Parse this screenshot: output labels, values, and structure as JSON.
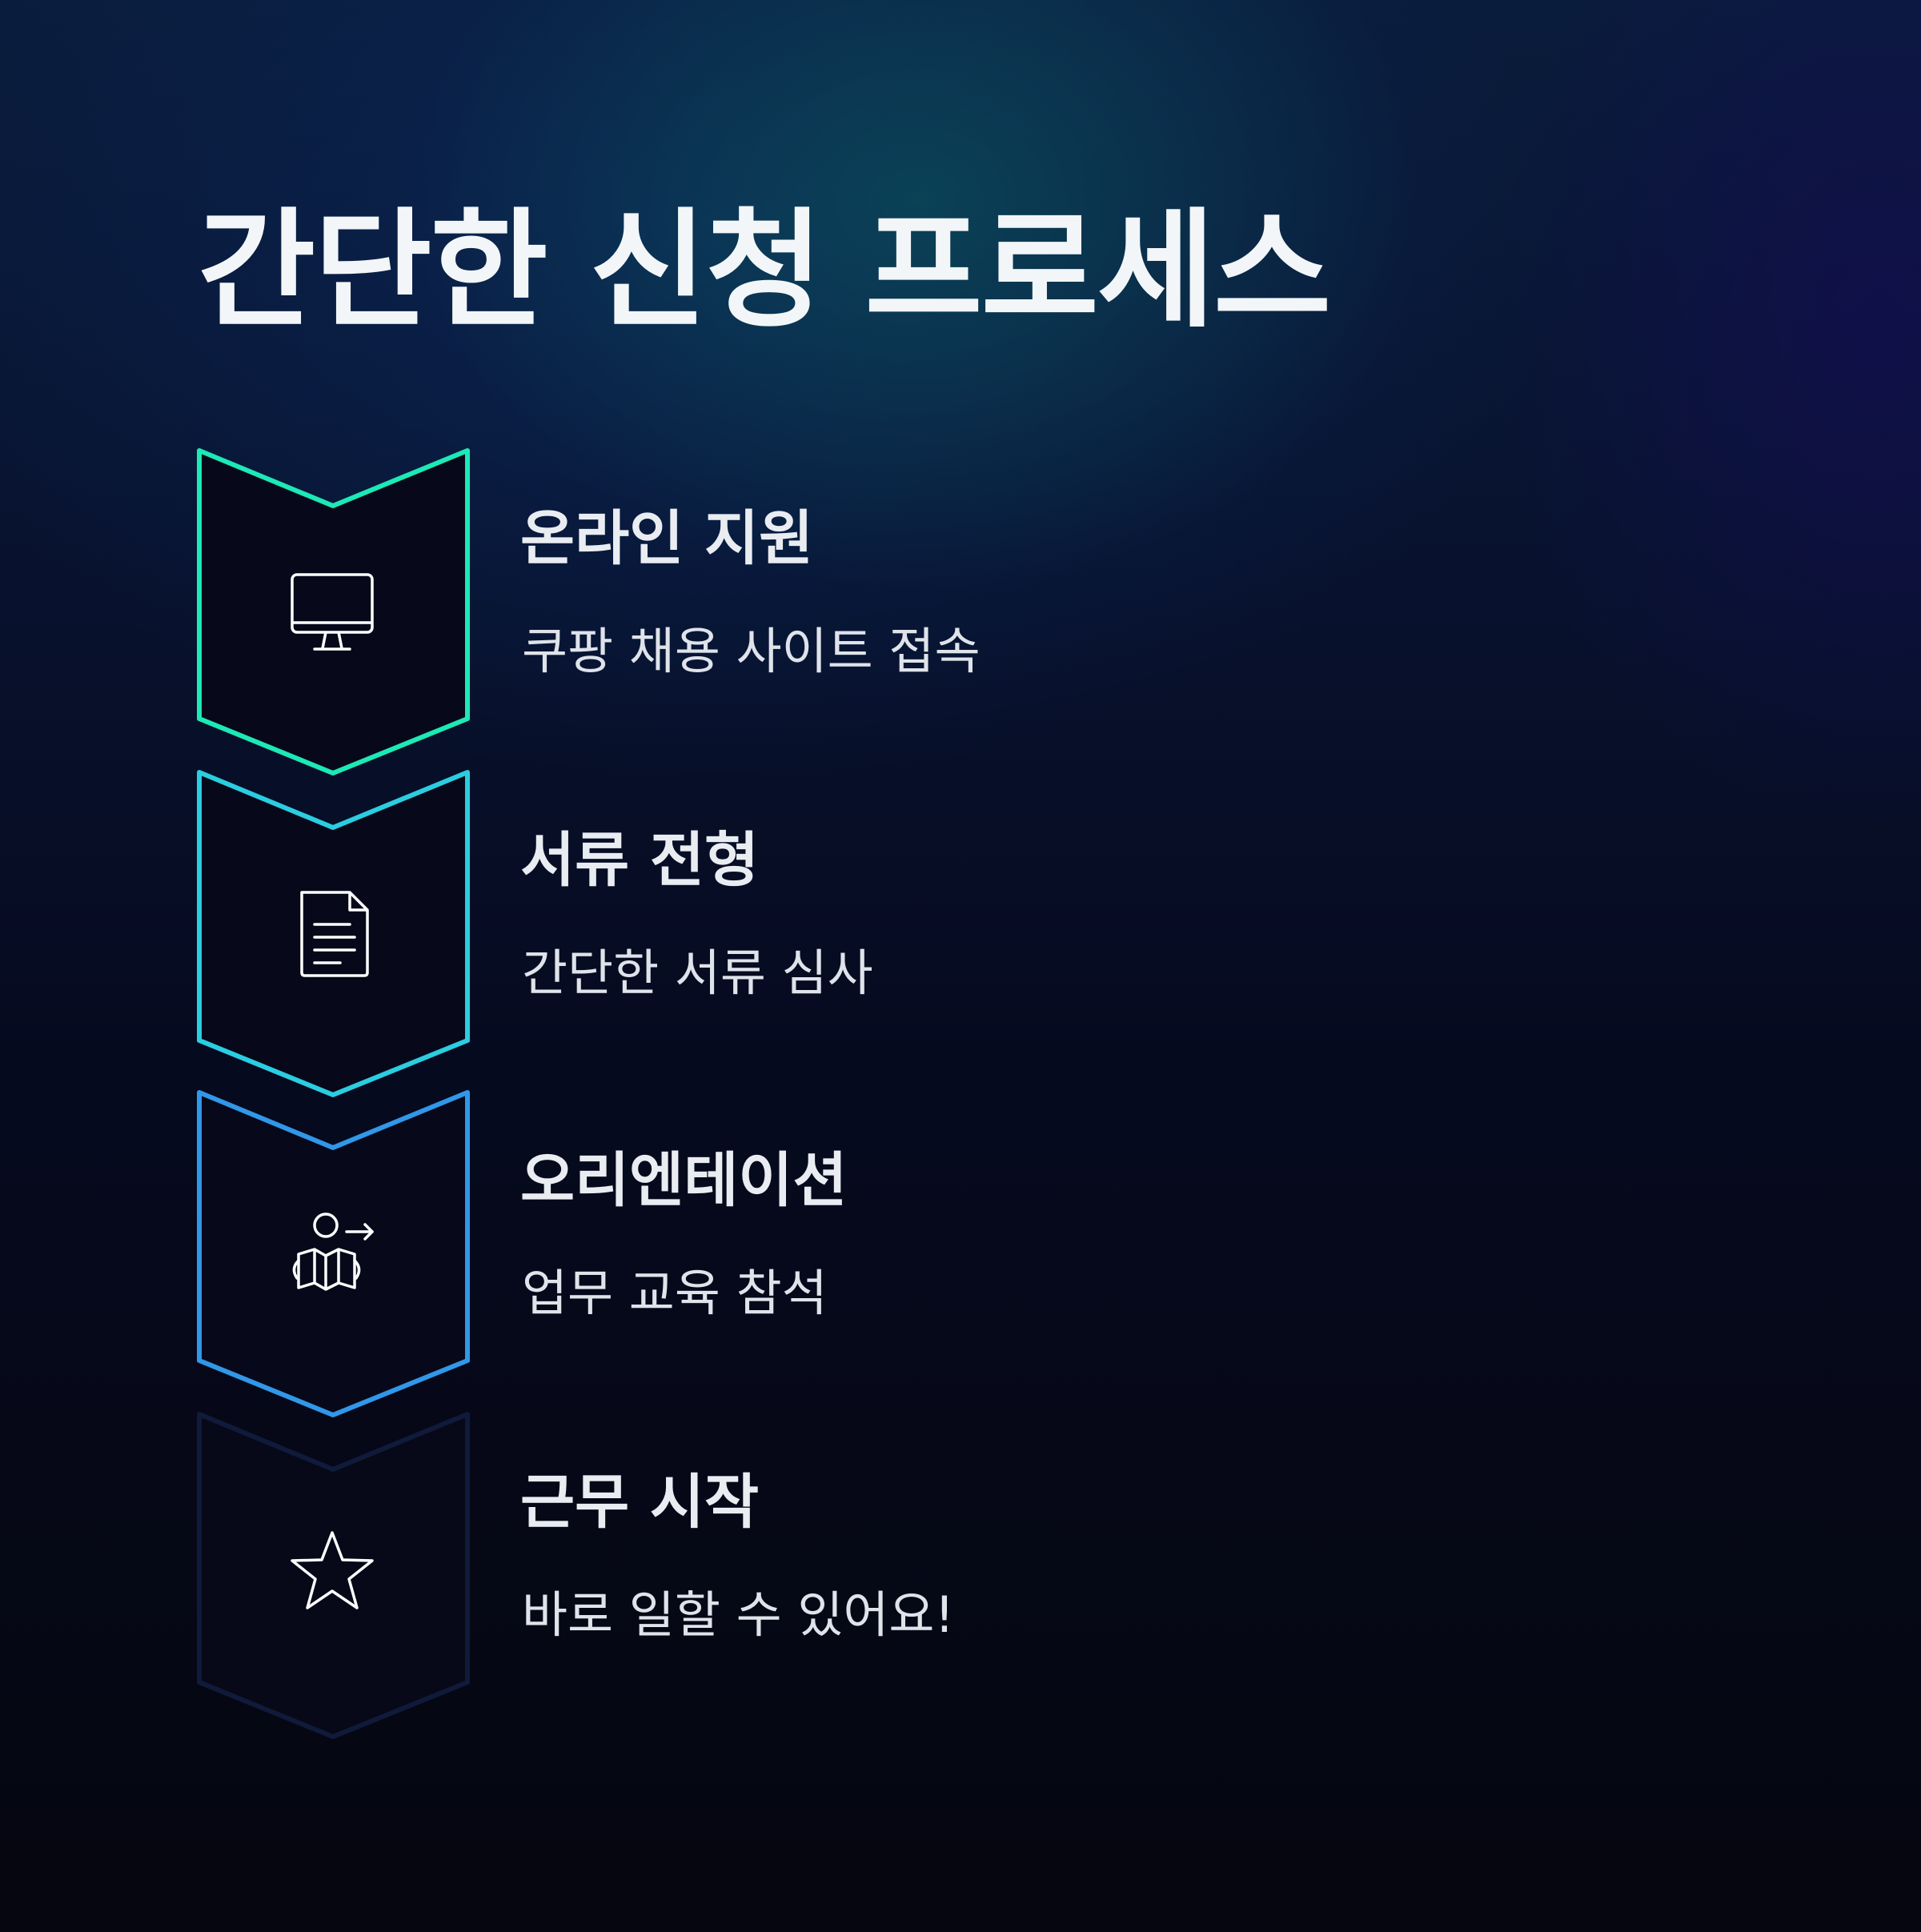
{
  "title": "간단한 신청 프로세스",
  "steps": [
    {
      "title": "온라인 지원",
      "description": "쿠팡 채용 사이트 접속",
      "icon": "desktop-monitor-icon",
      "color": "#1de9b6"
    },
    {
      "title": "서류 전형",
      "description": "간단한 서류 심사",
      "icon": "document-icon",
      "color": "#2bcde0"
    },
    {
      "title": "오리엔테이션",
      "description": "업무 교육 참석",
      "icon": "person-reading-map-icon",
      "color": "#3197e8"
    },
    {
      "title": "근무 시작",
      "description": "바로 일할 수 있어요!",
      "icon": "star-icon",
      "color": "#101a3a"
    }
  ]
}
